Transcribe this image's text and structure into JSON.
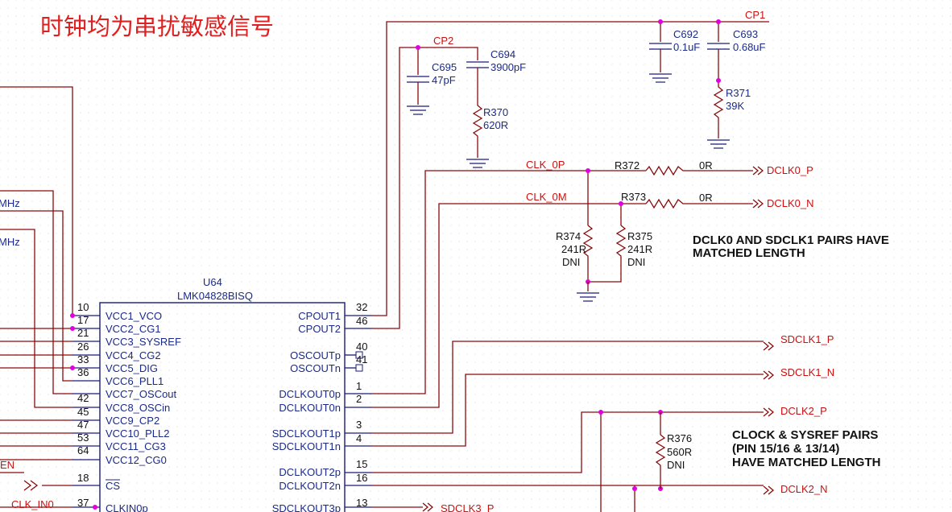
{
  "header": {
    "title": "时钟均为串扰敏感信号"
  },
  "chip": {
    "ref": "U64",
    "part": "LMK04828BISQ"
  },
  "left_pins": [
    {
      "num": "10",
      "name": "VCC1_VCO"
    },
    {
      "num": "17",
      "name": "VCC2_CG1"
    },
    {
      "num": "21",
      "name": "VCC3_SYSREF"
    },
    {
      "num": "26",
      "name": "VCC4_CG2"
    },
    {
      "num": "33",
      "name": "VCC5_DIG"
    },
    {
      "num": "36",
      "name": "VCC6_PLL1"
    },
    {
      "num": "42",
      "name": "VCC7_OSCout"
    },
    {
      "num": "45",
      "name": "VCC8_OSCin"
    },
    {
      "num": "47",
      "name": "VCC9_CP2"
    },
    {
      "num": "53",
      "name": "VCC10_PLL2"
    },
    {
      "num": "64",
      "name": "VCC11_CG3"
    },
    {
      "num": "",
      "name": "VCC12_CG0"
    },
    {
      "num": "18",
      "name": "CS"
    },
    {
      "num": "37",
      "name": "CLKIN0p"
    }
  ],
  "right_pins": [
    {
      "num": "32",
      "name": "CPOUT1"
    },
    {
      "num": "46",
      "name": "CPOUT2"
    },
    {
      "num": "40",
      "name": "OSCOUTp"
    },
    {
      "num": "41",
      "name": "OSCOUTn"
    },
    {
      "num": "1",
      "name": "DCLKOUT0p"
    },
    {
      "num": "2",
      "name": "DCLKOUT0n"
    },
    {
      "num": "3",
      "name": "SDCLKOUT1p"
    },
    {
      "num": "4",
      "name": "SDCLKOUT1n"
    },
    {
      "num": "15",
      "name": "DCLKOUT2p"
    },
    {
      "num": "16",
      "name": "DCLKOUT2n"
    },
    {
      "num": "13",
      "name": "SDCLKOUT3p"
    }
  ],
  "nets": {
    "cp1": "CP1",
    "cp2": "CP2",
    "clk0p": "CLK_0P",
    "clk0m": "CLK_0M",
    "dclk0p": "DCLK0_P",
    "dclk0n": "DCLK0_N",
    "sdclk1p": "SDCLK1_P",
    "sdclk1n": "SDCLK1_N",
    "dclk2p": "DCLK2_P",
    "dclk2n": "DCLK2_N",
    "sdclk3p": "SDCLK3_P",
    "en": "EN",
    "clkin0": "CLK_IN0",
    "mhz1": "MHz",
    "mhz2": "MHz"
  },
  "components": {
    "c692": {
      "ref": "C692",
      "value": "0.1uF"
    },
    "c693": {
      "ref": "C693",
      "value": "0.68uF"
    },
    "c694": {
      "ref": "C694",
      "value": "3900pF"
    },
    "c695": {
      "ref": "C695",
      "value": "47pF"
    },
    "r370": {
      "ref": "R370",
      "value": "620R"
    },
    "r371": {
      "ref": "R371",
      "value": "39K"
    },
    "r372": {
      "ref": "R372",
      "value": "0R"
    },
    "r373": {
      "ref": "R373",
      "value": "0R"
    },
    "r374": {
      "ref": "R374",
      "value": "241R",
      "note": "DNI"
    },
    "r375": {
      "ref": "R375",
      "value": "241R",
      "note": "DNI"
    },
    "r376": {
      "ref": "R376",
      "value": "560R",
      "note": "DNI"
    }
  },
  "notes": {
    "n1a": "DCLK0 AND SDCLK1 PAIRS HAVE",
    "n1b": "MATCHED LENGTH",
    "n2a": "CLOCK & SYSREF PAIRS",
    "n2b": "(PIN 15/16 & 13/14)",
    "n2c": "HAVE MATCHED LENGTH"
  }
}
